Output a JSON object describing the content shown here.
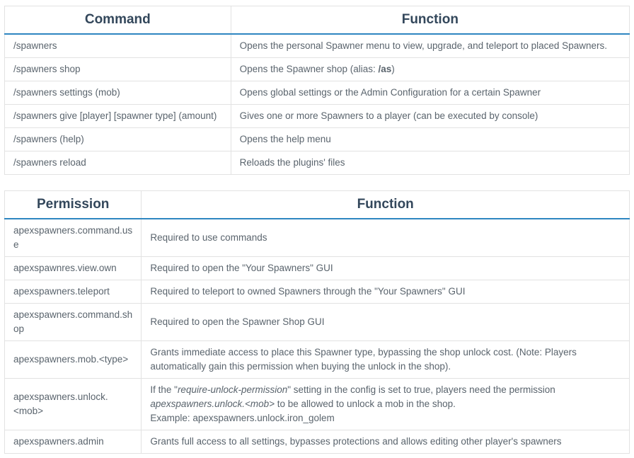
{
  "colors": {
    "accent_blue": "#2e86c1",
    "border_gray": "#e2e2e2",
    "header_text": "#33475b",
    "body_text": "#5a646d",
    "background": "#ffffff"
  },
  "tables": [
    {
      "name": "commands",
      "col1_header": "Command",
      "col2_header": "Function",
      "rows": [
        {
          "key": "/spawners",
          "desc": [
            [
              {
                "t": "Opens the personal Spawner menu to view, upgrade, and teleport to placed Spawners."
              }
            ]
          ]
        },
        {
          "key": "/spawners shop",
          "desc": [
            [
              {
                "t": "Opens the Spawner shop (alias: "
              },
              {
                "t": "/as",
                "b": true
              },
              {
                "t": ")"
              }
            ]
          ]
        },
        {
          "key": "/spawners settings (mob)",
          "desc": [
            [
              {
                "t": "Opens global settings or the Admin Configuration for a certain Spawner"
              }
            ]
          ]
        },
        {
          "key": "/spawners give [player] [spawner type] (amount)",
          "desc": [
            [
              {
                "t": "Gives one or more Spawners to a player (can be executed by console)"
              }
            ]
          ]
        },
        {
          "key": "/spawners (help)",
          "desc": [
            [
              {
                "t": "Opens the help menu"
              }
            ]
          ]
        },
        {
          "key": "/spawners reload",
          "desc": [
            [
              {
                "t": "Reloads the plugins' files"
              }
            ]
          ]
        }
      ]
    },
    {
      "name": "permissions",
      "col1_header": "Permission",
      "col2_header": "Function",
      "rows": [
        {
          "key": "apexspawners.command.use",
          "desc": [
            [
              {
                "t": "Required to use commands"
              }
            ]
          ]
        },
        {
          "key": "apexspawnres.view.own",
          "desc": [
            [
              {
                "t": "Required to open the \"Your Spawners\" GUI"
              }
            ]
          ]
        },
        {
          "key": "apexspawners.teleport",
          "desc": [
            [
              {
                "t": "Required to teleport to owned Spawners through the \"Your Spawners\" GUI"
              }
            ]
          ]
        },
        {
          "key": "apexspawners.command.shop",
          "desc": [
            [
              {
                "t": "Required to open the Spawner Shop GUI"
              }
            ]
          ]
        },
        {
          "key": "apexspawners.mob.<type>",
          "desc": [
            [
              {
                "t": "Grants immediate access to place this Spawner type, bypassing the shop unlock cost. (Note: Players automatically gain this permission when buying the unlock in the shop)."
              }
            ]
          ]
        },
        {
          "key": "apexspawners.unlock.<mob>",
          "desc": [
            [
              {
                "t": "If the \""
              },
              {
                "t": "require-unlock-permission",
                "i": true
              },
              {
                "t": "\" setting in the config is set to true, players need the permission "
              },
              {
                "t": "apexspawners.unlock.<mob>",
                "i": true
              },
              {
                "t": " to be allowed to unlock a mob in the shop."
              }
            ],
            [
              {
                "t": "Example: apexspawners.unlock.iron_golem"
              }
            ]
          ]
        },
        {
          "key": "apexspawners.admin",
          "desc": [
            [
              {
                "t": "Grants full access to all settings, bypasses protections and allows editing other player's spawners"
              }
            ]
          ]
        }
      ]
    }
  ]
}
